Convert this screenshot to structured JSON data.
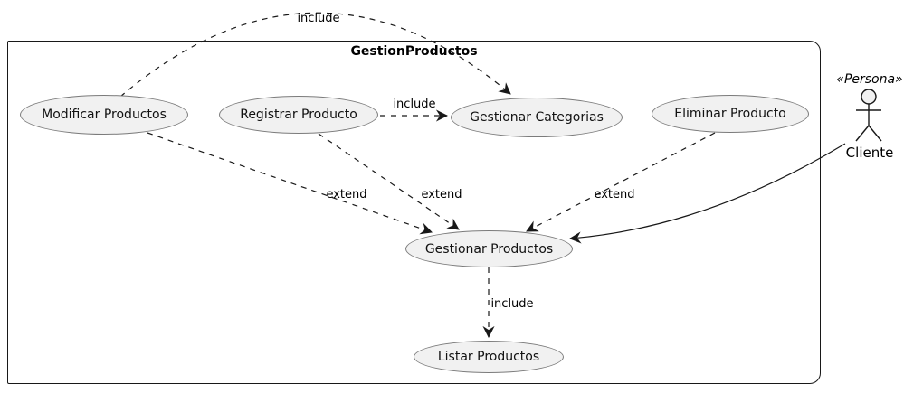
{
  "diagram": {
    "type": "uml-use-case",
    "title": "GestionProductos",
    "use_cases": [
      {
        "id": "modificar",
        "label": "Modificar Productos"
      },
      {
        "id": "registrar",
        "label": "Registrar Producto"
      },
      {
        "id": "categorias",
        "label": "Gestionar Categorias"
      },
      {
        "id": "eliminar",
        "label": "Eliminar Producto"
      },
      {
        "id": "gestionar",
        "label": "Gestionar Productos"
      },
      {
        "id": "listar",
        "label": "Listar Productos"
      }
    ],
    "actor": {
      "stereotype": "«Persona»",
      "name": "Cliente"
    },
    "edges": [
      {
        "from": "Modificar Productos",
        "to": "Gestionar Categorias",
        "label": "include",
        "style": "dashed"
      },
      {
        "from": "Registrar Producto",
        "to": "Gestionar Categorias",
        "label": "include",
        "style": "dashed"
      },
      {
        "from": "Modificar Productos",
        "to": "Gestionar Productos",
        "label": "extend",
        "style": "dashed"
      },
      {
        "from": "Registrar Producto",
        "to": "Gestionar Productos",
        "label": "extend",
        "style": "dashed"
      },
      {
        "from": "Eliminar Producto",
        "to": "Gestionar Productos",
        "label": "extend",
        "style": "dashed"
      },
      {
        "from": "Gestionar Productos",
        "to": "Listar Productos",
        "label": "include",
        "style": "dashed"
      },
      {
        "from": "Cliente",
        "to": "Gestionar Productos",
        "label": "",
        "style": "solid"
      }
    ],
    "colors": {
      "line": "#181818",
      "ellipse_fill": "#f1f1f1",
      "ellipse_stroke": "#7b7b7b",
      "background": "#ffffff"
    }
  }
}
